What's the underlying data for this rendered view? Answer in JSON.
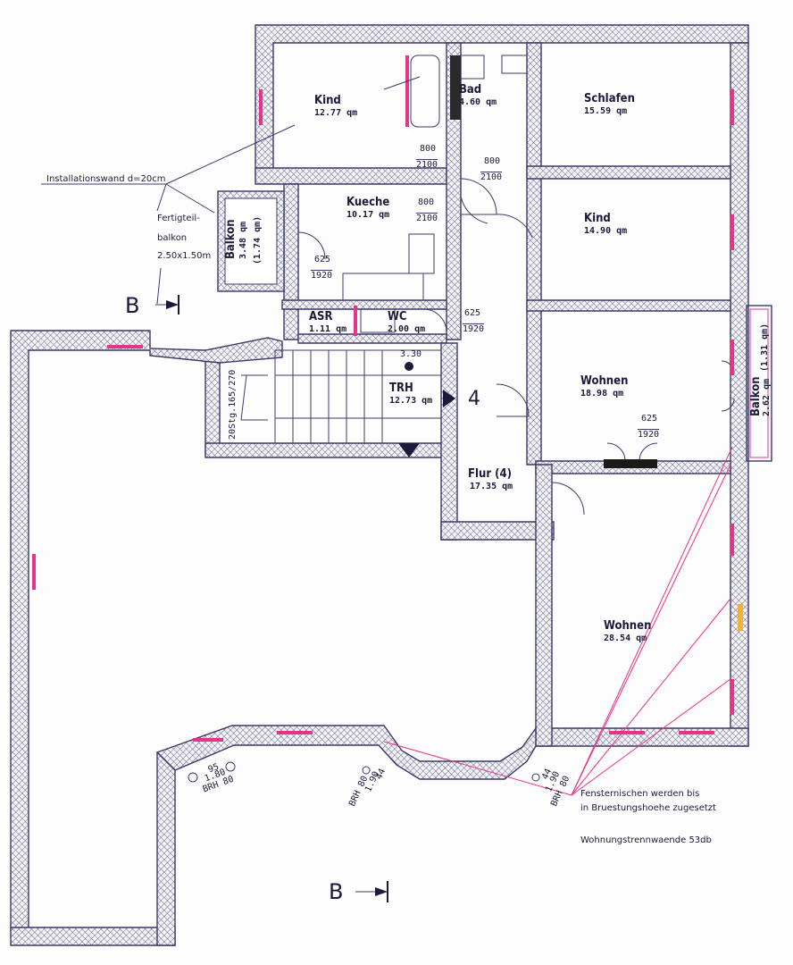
{
  "rooms": {
    "kind1": {
      "name": "Kind",
      "area": "12.77 qm"
    },
    "bad": {
      "name": "Bad",
      "area": "4.60 qm"
    },
    "schlafen": {
      "name": "Schlafen",
      "area": "15.59 qm"
    },
    "kueche": {
      "name": "Kueche",
      "area": "10.17 qm"
    },
    "kind2": {
      "name": "Kind",
      "area": "14.90 qm"
    },
    "asr": {
      "name": "ASR",
      "area": "1.11 qm"
    },
    "wc": {
      "name": "WC",
      "area": "2.00 qm"
    },
    "trh": {
      "name": "TRH",
      "area": "12.73 qm",
      "level": "3.30"
    },
    "wohnen1": {
      "name": "Wohnen",
      "area": "18.98 qm"
    },
    "flur": {
      "name": "Flur (4)",
      "area": "17.35 qm"
    },
    "wohnen2": {
      "name": "Wohnen",
      "area": "28.54 qm"
    },
    "balkon_left": {
      "name": "Balkon",
      "area": "3.48 qm",
      "sub": "(1.74 qm)"
    },
    "balkon_right": {
      "name": "Balkon",
      "area": "2.62 qm",
      "sub": "(1.31 qm)"
    }
  },
  "dims": {
    "d800_2100_a": {
      "w": "800",
      "h": "2100"
    },
    "d800_2100_b": {
      "w": "800",
      "h": "2100"
    },
    "d800_2100_c": {
      "w": "800",
      "h": "2100"
    },
    "d625_1920_a": {
      "w": "625",
      "h": "1920"
    },
    "d625_1920_b": {
      "w": "625",
      "h": "1920"
    },
    "d625_1920_c": {
      "w": "625",
      "h": "1920"
    }
  },
  "stairs": {
    "label": "20Stg.165/270",
    "number": "4"
  },
  "windows": {
    "w1": {
      "top": "95",
      "mid": "1.80",
      "bot": "BRH 80"
    },
    "w2": {
      "top": "44",
      "mid": "1.90",
      "bot": "BRH 80"
    },
    "w3": {
      "top": "44",
      "mid": "1.90",
      "bot": "BRH 80"
    }
  },
  "notes": {
    "install": "Installationswand d=20cm",
    "fertig1": "Fertigteil-",
    "fertig2": "balkon",
    "fertig3": "2.50x1.50m",
    "nischen1": "Fensternischen werden bis",
    "nischen2": "in Bruestungshoehe zugesetzt",
    "trennwand": "Wohnungstrennwaende 53db"
  },
  "section": {
    "top": "B",
    "bottom": "B"
  }
}
